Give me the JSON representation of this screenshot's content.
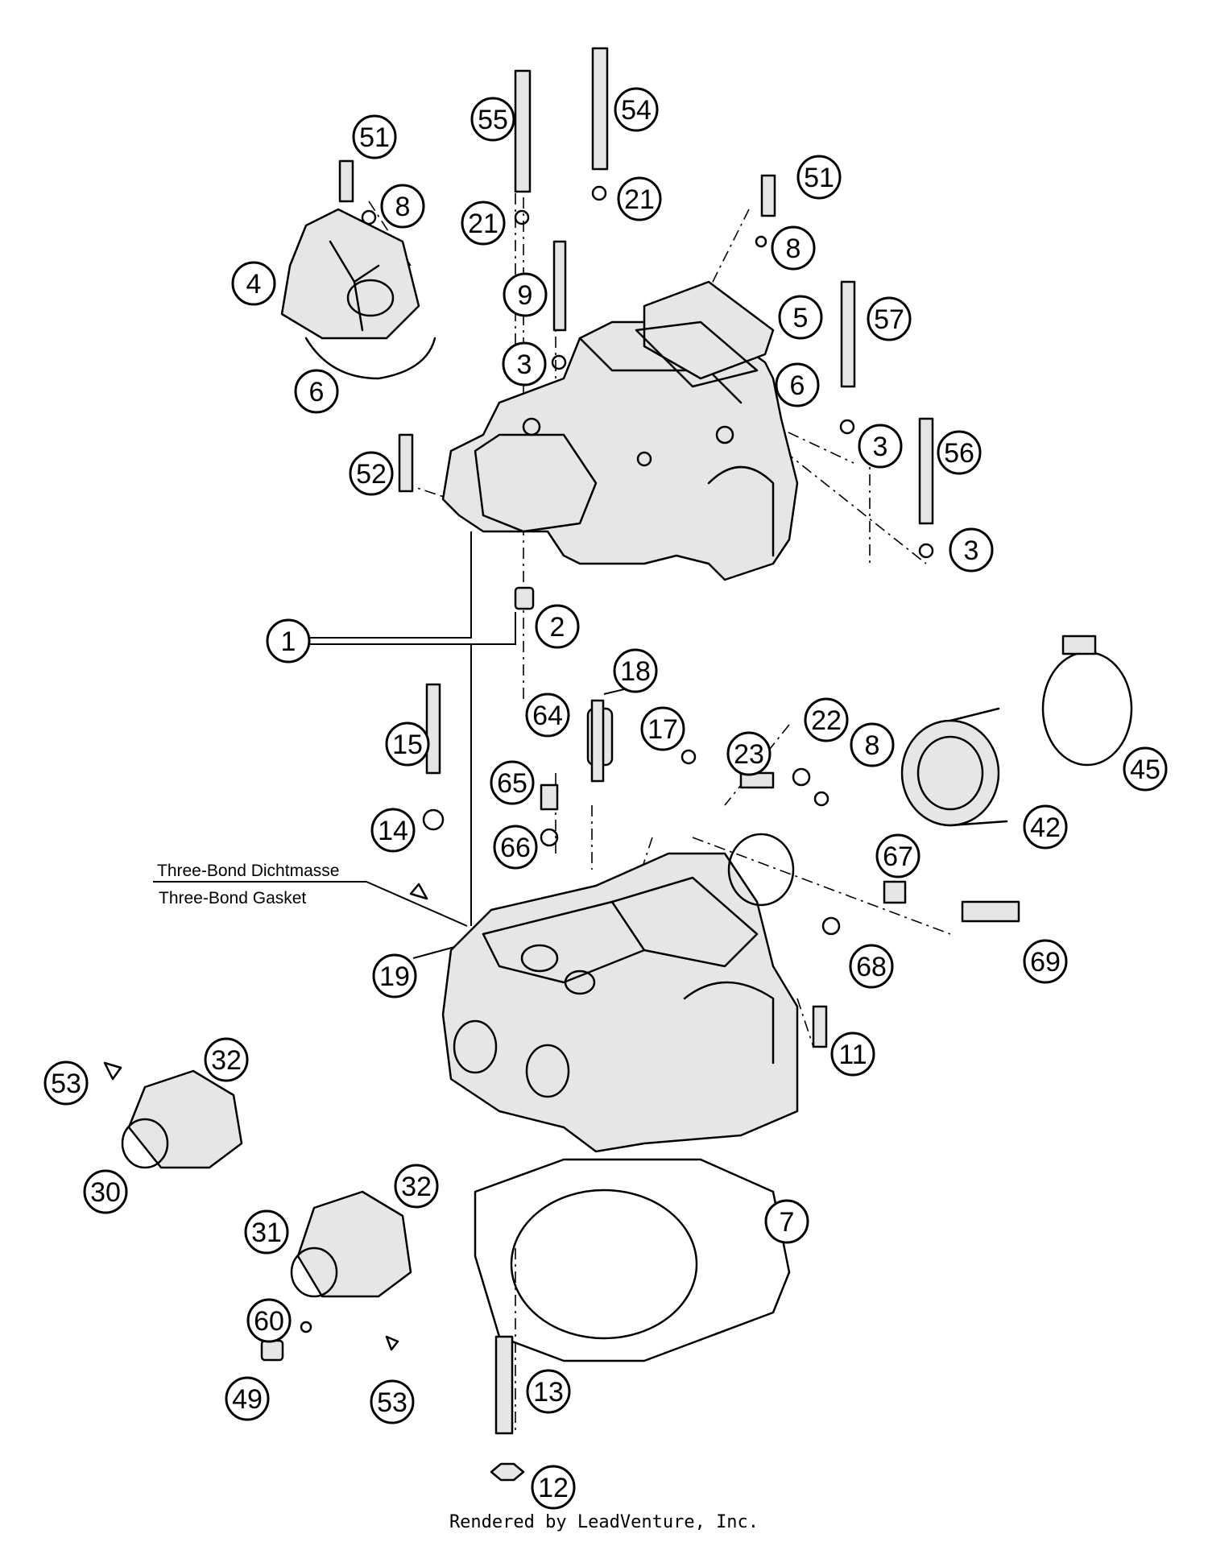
{
  "callouts": [
    {
      "id": "c51a",
      "label": "51"
    },
    {
      "id": "c8a",
      "label": "8"
    },
    {
      "id": "c4",
      "label": "4"
    },
    {
      "id": "c6a",
      "label": "6"
    },
    {
      "id": "c55",
      "label": "55"
    },
    {
      "id": "c54",
      "label": "54"
    },
    {
      "id": "c21a",
      "label": "21"
    },
    {
      "id": "c21b",
      "label": "21"
    },
    {
      "id": "c9",
      "label": "9"
    },
    {
      "id": "c3a",
      "label": "3"
    },
    {
      "id": "c51b",
      "label": "51"
    },
    {
      "id": "c8b",
      "label": "8"
    },
    {
      "id": "c5",
      "label": "5"
    },
    {
      "id": "c57",
      "label": "57"
    },
    {
      "id": "c6b",
      "label": "6"
    },
    {
      "id": "c3b",
      "label": "3"
    },
    {
      "id": "c56",
      "label": "56"
    },
    {
      "id": "c3c",
      "label": "3"
    },
    {
      "id": "c52",
      "label": "52"
    },
    {
      "id": "c2",
      "label": "2"
    },
    {
      "id": "c1",
      "label": "1"
    },
    {
      "id": "c18",
      "label": "18"
    },
    {
      "id": "c17",
      "label": "17"
    },
    {
      "id": "c64",
      "label": "64"
    },
    {
      "id": "c15",
      "label": "15"
    },
    {
      "id": "c22",
      "label": "22"
    },
    {
      "id": "c8c",
      "label": "8"
    },
    {
      "id": "c23",
      "label": "23"
    },
    {
      "id": "c65",
      "label": "65"
    },
    {
      "id": "c14",
      "label": "14"
    },
    {
      "id": "c66",
      "label": "66"
    },
    {
      "id": "c45",
      "label": "45"
    },
    {
      "id": "c42",
      "label": "42"
    },
    {
      "id": "c67",
      "label": "67"
    },
    {
      "id": "c68",
      "label": "68"
    },
    {
      "id": "c69",
      "label": "69"
    },
    {
      "id": "c19",
      "label": "19"
    },
    {
      "id": "c11",
      "label": "11"
    },
    {
      "id": "c53a",
      "label": "53"
    },
    {
      "id": "c32a",
      "label": "32"
    },
    {
      "id": "c30",
      "label": "30"
    },
    {
      "id": "c32b",
      "label": "32"
    },
    {
      "id": "c31",
      "label": "31"
    },
    {
      "id": "c7",
      "label": "7"
    },
    {
      "id": "c60",
      "label": "60"
    },
    {
      "id": "c49",
      "label": "49"
    },
    {
      "id": "c53b",
      "label": "53"
    },
    {
      "id": "c13",
      "label": "13"
    },
    {
      "id": "c12",
      "label": "12"
    }
  ],
  "notes": {
    "line1": "Three-Bond Dichtmasse",
    "line2": "Three-Bond Gasket"
  },
  "footer": "Rendered by LeadVenture, Inc."
}
